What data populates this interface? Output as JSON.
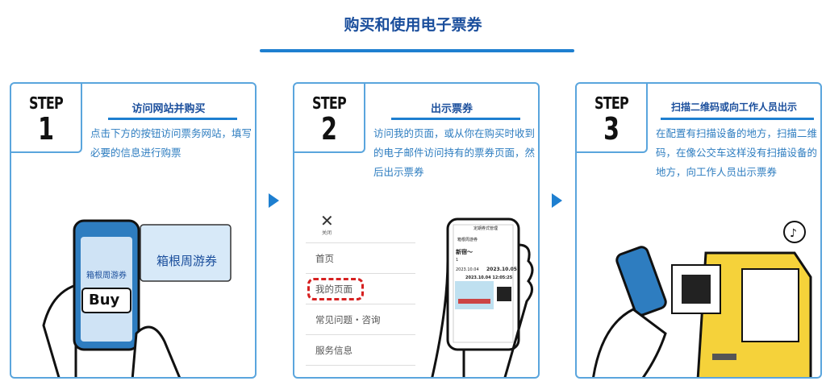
{
  "title": "购买和使用电子票券",
  "steps": [
    {
      "label": "STEP",
      "number": "1",
      "heading": "访问网站并购买",
      "desc": "点击下方的按钮访问票务网站，填写必要的信息进行购票",
      "phone_ticket": "箱根周游券",
      "card": "箱根周游券",
      "buy": "Buy"
    },
    {
      "label": "STEP",
      "number": "2",
      "heading": "出示票券",
      "desc": "访问我的页面，或从你在购买时收到的电子邮件访问持有的票券页面，然后出示票券",
      "menu": {
        "close": "关闭",
        "items": [
          "首页",
          "我的页面",
          "常见问题・咨询",
          "服务信息"
        ]
      },
      "phone": {
        "header": "定期券式管理",
        "ticket": "箱根周游券",
        "station": "新宿～",
        "count": "1",
        "date_from": "2023.10.04",
        "date_to": "2023.10.05",
        "timestamp": "2023.10.04 12:05:25"
      }
    },
    {
      "label": "STEP",
      "number": "3",
      "heading": "扫描二维码或向工作人员出示",
      "desc": "在配置有扫描设备的地方，扫描二维码，在像公交车这样没有扫描设备的地方，向工作人员出示票券"
    }
  ],
  "colors": {
    "accent": "#1e7fd0",
    "title": "#1a4e9c",
    "highlight": "#d62020",
    "machine": "#f5d23a",
    "phone": "#2e7dc0"
  }
}
